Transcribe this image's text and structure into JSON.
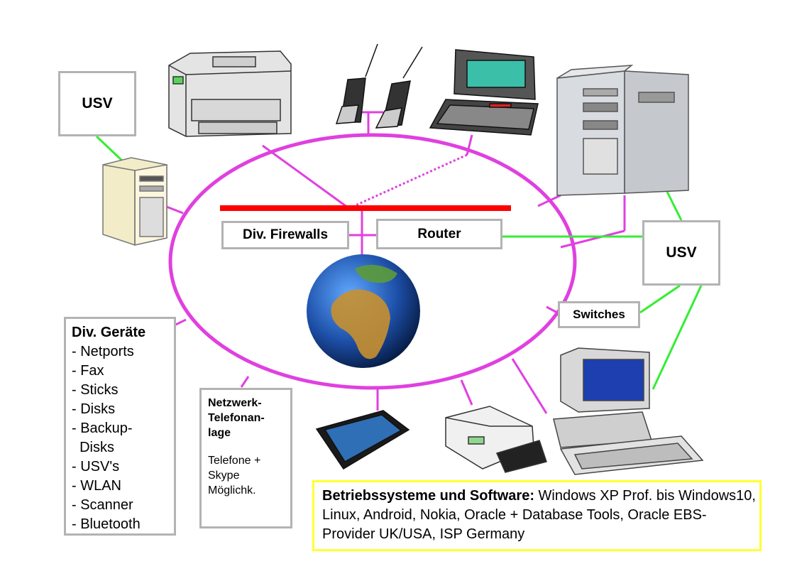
{
  "colors": {
    "ring": "#e040e0",
    "firewall_bar": "#ff0000",
    "power_link": "#33ee33",
    "box_border": "#b3b3b3",
    "os_border": "#ffff33"
  },
  "usv_left": "USV",
  "usv_right": "USV",
  "firewalls": "Div. Firewalls",
  "router": "Router",
  "switches": "Switches",
  "devices_box": {
    "title": "Div. Geräte",
    "items": [
      "- Netports",
      "- Fax",
      "- Sticks",
      "- Disks",
      "- Backup-",
      "  Disks",
      "- USV's",
      "- WLAN",
      "- Scanner",
      "- Bluetooth"
    ]
  },
  "telephony_box": {
    "title": "Netzwerk-\nTelefonan-\nlage",
    "body": "Telefone +\nSkype\nMöglichk."
  },
  "os_box": {
    "label": "Betriebssysteme und Software:",
    "text": " Windows XP Prof. bis Windows10, Linux, Android, Nokia, Oracle + Database Tools, Oracle EBS-Provider UK/USA, ISP Germany"
  },
  "icons": [
    "laser-printer-icon",
    "mobile-phone-icon",
    "laptop-icon",
    "server-tower-icon",
    "desktop-tower-icon",
    "globe-icon",
    "tablet-icon",
    "fax-machine-icon",
    "desktop-pc-icon"
  ]
}
